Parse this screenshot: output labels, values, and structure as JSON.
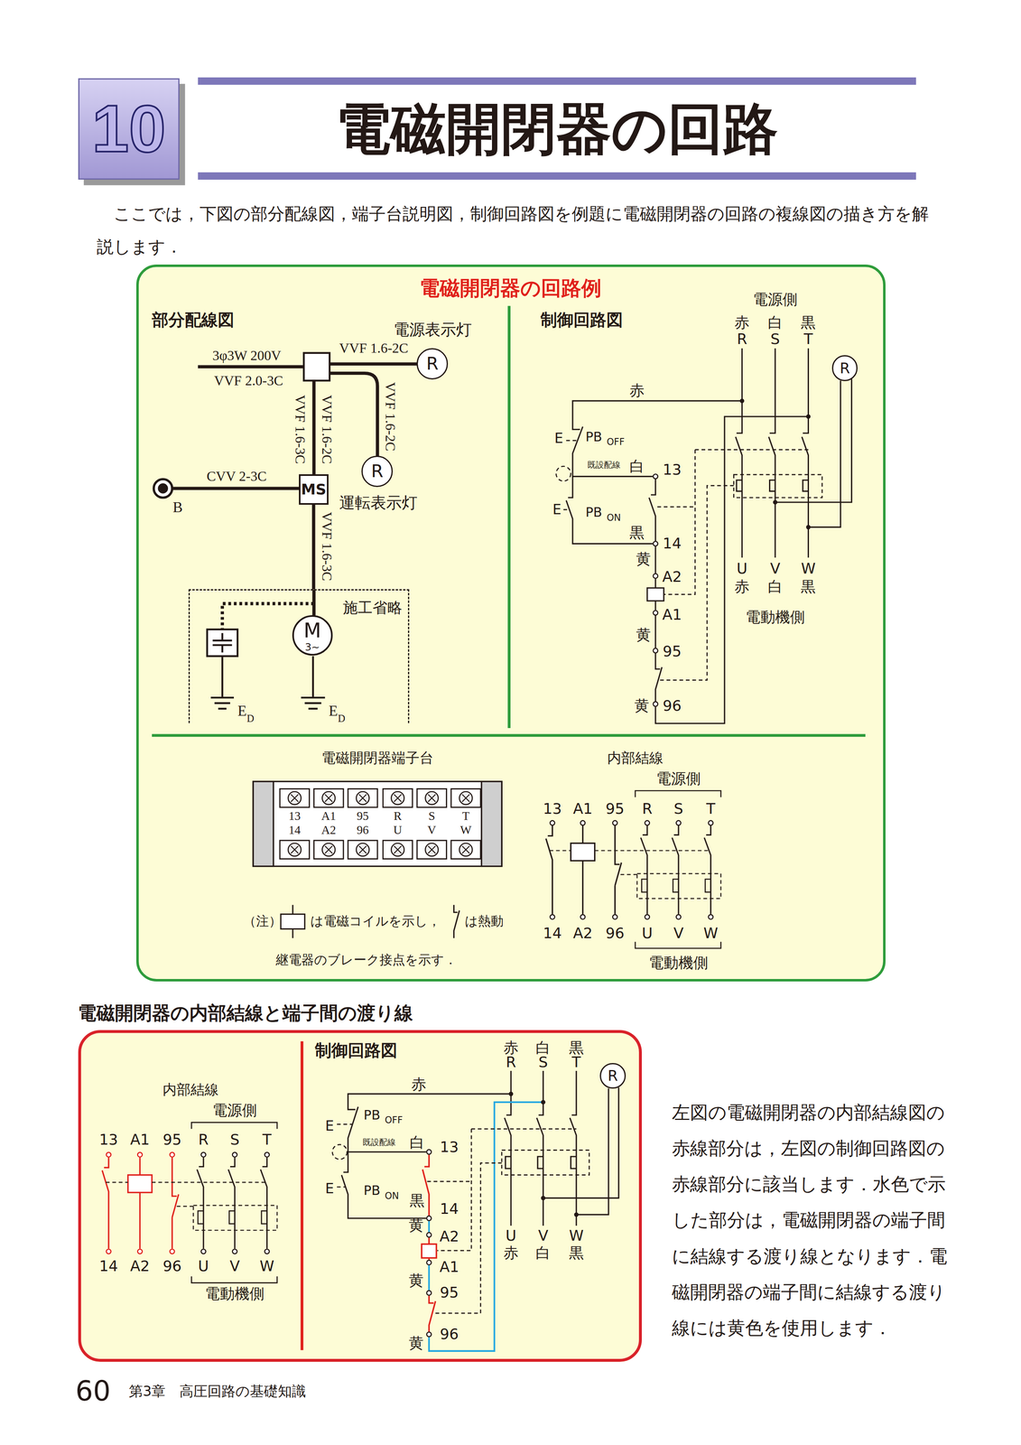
{
  "diagram": {
    "title": "電磁開閉器の回路",
    "nodes": [
      {
        "text": [
          "10"
        ]
      },
      {
        "text": [
          "電磁開閉器の回路例"
        ]
      },
      {
        "text": [
          "R"
        ],
        "in": 1
      },
      {
        "text": [
          "MS"
        ],
        "in": 1
      },
      {
        "text": [
          "R"
        ],
        "in": 1
      },
      {
        "text": [
          "施工省略"
        ],
        "in": 1
      },
      {
        "text": [
          "M",
          "3∼"
        ],
        "in": 5
      },
      {
        "text": [
          "R"
        ],
        "in": 1
      },
      {
        "text": [
          "電磁開閉器の内部結線と端子間の渡り線"
        ]
      },
      {
        "text": [
          "R"
        ],
        "in": 8
      }
    ],
    "edges": [
      {
        "from": 3,
        "to": 5,
        "arrow": "none"
      }
    ],
    "labels": [
      "ここでは，下図の部分配線図，端子台説明図，制御回路図を例題に電磁開閉器の回路の複線図の描き方を解説します．",
      "部分配線図",
      "電源表示灯",
      "3φ3W 200V",
      "VVF 2.0-3C",
      "VVF 1.6-2C",
      "VVF 1.6-3C",
      "VVF 1.6-2C",
      "VVF 1.6-2C",
      "運転表示灯",
      "CVV 2-3C",
      "B",
      "VVF 1.6-3C",
      "E",
      "D",
      "E",
      "D",
      "制御回路図",
      "電源側",
      "赤",
      "白",
      "黒",
      "R",
      "S",
      "T",
      "赤",
      "E",
      "PB",
      "OFF",
      "既設配線",
      "白",
      "13",
      "E",
      "PB",
      "ON",
      "黒",
      "14",
      "黄",
      "A2",
      "A1",
      "黄",
      "95",
      "黄",
      "96",
      "U",
      "V",
      "W",
      "赤",
      "白",
      "黒",
      "電動機側",
      "電磁開閉器端子台",
      "内部結線",
      "13",
      "A1",
      "95",
      "R",
      "S",
      "T",
      "14",
      "A2",
      "96",
      "U",
      "V",
      "W",
      "（注）",
      "は電磁コイルを示し，",
      "は熱動",
      "継電器のブレーク接点を示す．",
      "電源側",
      "13",
      "A1",
      "95",
      "R",
      "S",
      "T",
      "14",
      "A2",
      "96",
      "U",
      "V",
      "W",
      "電動機側",
      "内部結線",
      "電源側",
      "13",
      "A1",
      "95",
      "R",
      "S",
      "T",
      "14",
      "A2",
      "96",
      "U",
      "V",
      "W",
      "電動機側",
      "制御回路図",
      "赤",
      "白",
      "黒",
      "R",
      "S",
      "T",
      "赤",
      "E",
      "PB",
      "OFF",
      "既設配線",
      "白",
      "13",
      "E",
      "PB",
      "ON",
      "黒",
      "14",
      "黄",
      "A2",
      "A1",
      "黄",
      "95",
      "黄",
      "96",
      "U",
      "V",
      "W",
      "赤",
      "白",
      "黒",
      "左図の電磁開閉器の内部結線図の赤線部分は，左図の制御回路図の赤線部分に該当します．水色で示した部分は，電磁開閉器の端子間に結線する渡り線となります．電磁開閉器の端子間に結線する渡り線には黄色を使用します．",
      "60",
      "第3章　高圧回路の基礎知識"
    ]
  }
}
